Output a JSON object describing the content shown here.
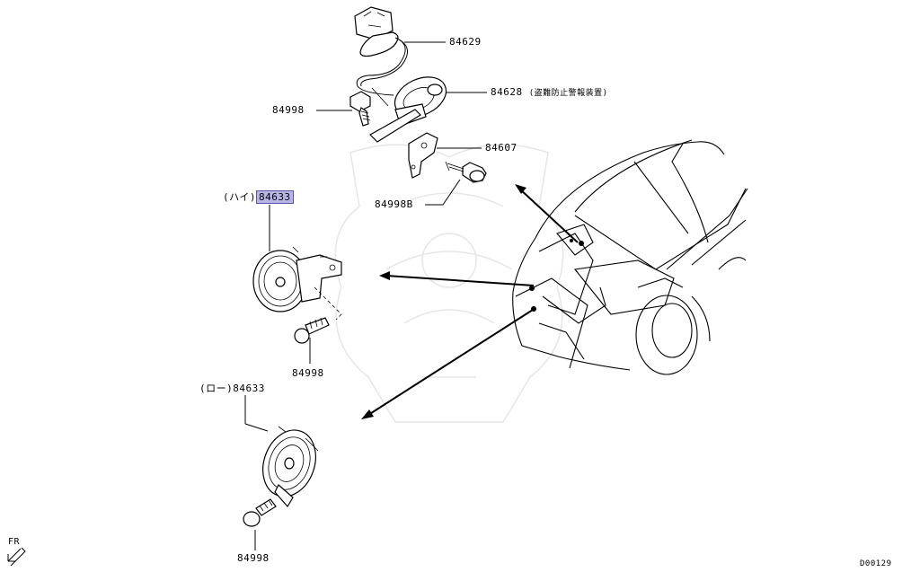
{
  "diagram": {
    "callouts": [
      {
        "id": "84629",
        "text": "84629"
      },
      {
        "id": "84628",
        "text": "84628",
        "note": "(盗難防止警報装置)"
      },
      {
        "id": "84998_top",
        "text": "84998"
      },
      {
        "id": "84607",
        "text": "84607"
      },
      {
        "id": "84998B",
        "text": "84998B"
      },
      {
        "id": "84633_high",
        "prefix": "(ハイ)",
        "text": "84633",
        "highlighted": true
      },
      {
        "id": "84998_mid",
        "text": "84998"
      },
      {
        "id": "84633_low",
        "prefix": "(ロー)",
        "text": "84633"
      },
      {
        "id": "84998_bot",
        "text": "84998"
      }
    ],
    "front_indicator": "FR",
    "diagram_id": "D00129",
    "highlight_color": "#b7b4e6"
  }
}
